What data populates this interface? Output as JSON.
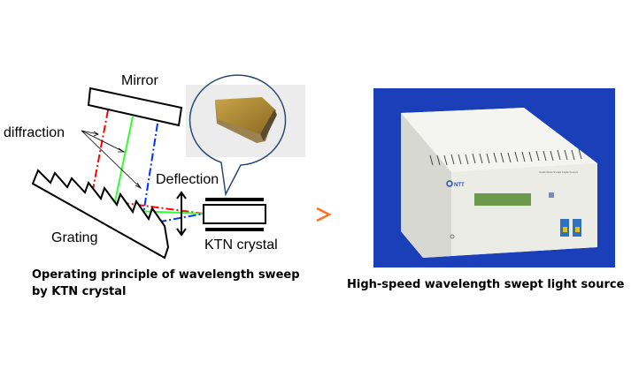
{
  "diagram": {
    "labels": {
      "mirror": "Mirror",
      "diffraction": "diffraction",
      "deflection": "Deflection",
      "grating": "Grating",
      "crystal": "KTN crystal"
    },
    "beam_colors": {
      "red": "#ff0000",
      "green": "#33ff33",
      "blue": "#0033ff"
    },
    "caption_line1": "Operating principle of wavelength sweep",
    "caption_line2": "by KTN crystal"
  },
  "photo": {
    "device_brand": "NTT",
    "device_name": "Solid-State Swept Light Source",
    "background_color": "#1a3fb8",
    "caption": "High-speed wavelength swept light source"
  }
}
